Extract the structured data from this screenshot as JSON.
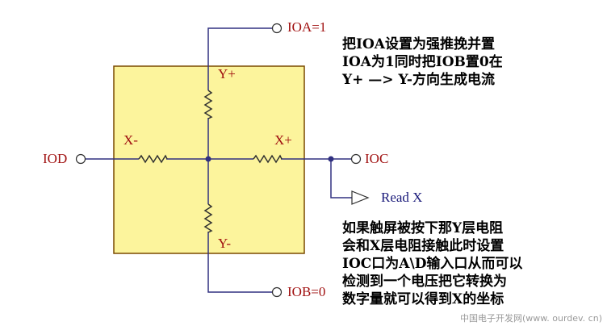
{
  "pins": {
    "ioa": "IOA=1",
    "iob": "IOB=0",
    "ioc": "IOC",
    "iod": "IOD"
  },
  "axes": {
    "y_plus": "Y+",
    "y_minus": "Y-",
    "x_plus": "X+",
    "x_minus": "X-"
  },
  "read_label": "Read X",
  "note_top": [
    "把IOA设置为强推挽并置",
    "IOA为1同时把IOB置0在",
    "Y+ —> Y-方向生成电流"
  ],
  "note_bottom": [
    "如果触屏被按下那Y层电阻",
    "会和X层电阻接触此时设置",
    "IOC口为A\\D输入口从而可以",
    "检测到一个电压把它转换为",
    "数字量就可以得到X的坐标"
  ],
  "watermark": "中国电子开发网(www. ourdev. cn)",
  "colors": {
    "panel_fill": "#fcf49c",
    "panel_border": "#7a4a00",
    "wire": "#303080",
    "resistor": "#303030",
    "pin_label": "#a01010",
    "read_label": "#1a1a7a"
  }
}
